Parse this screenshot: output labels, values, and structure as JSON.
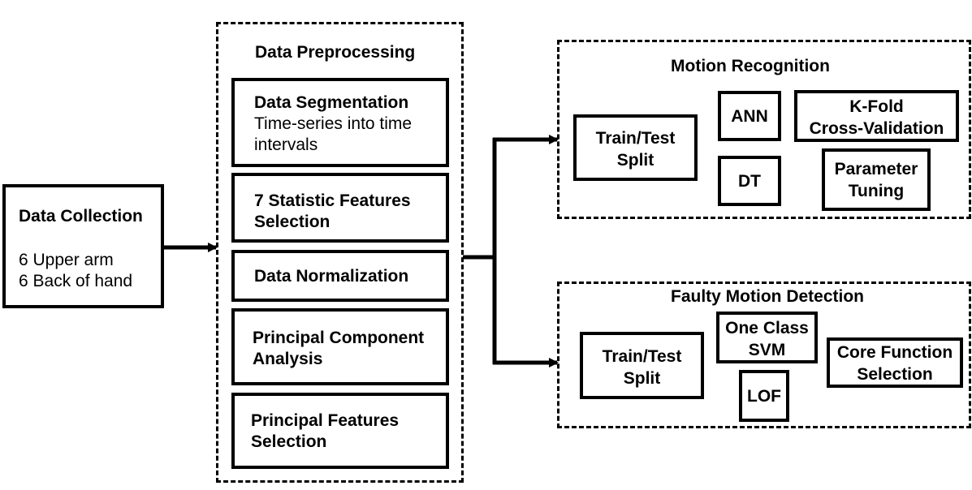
{
  "data_collection": {
    "title": "Data Collection",
    "line1": "6 Upper arm",
    "line2": "6 Back of hand"
  },
  "preprocessing": {
    "title": "Data Preprocessing",
    "segmentation_title": "Data Segmentation",
    "segmentation_desc1": "Time-series into time",
    "segmentation_desc2": "intervals",
    "stat_line1": "7 Statistic Features",
    "stat_line2": "Selection",
    "normalization": "Data Normalization",
    "pca_line1": "Principal Component",
    "pca_line2": "Analysis",
    "pfs_line1": "Principal Features",
    "pfs_line2": "Selection"
  },
  "motion_recognition": {
    "title": "Motion Recognition",
    "split_line1": "Train/Test",
    "split_line2": "Split",
    "ann": "ANN",
    "dt": "DT",
    "kfold_line1": "K-Fold",
    "kfold_line2": "Cross-Validation",
    "param_line1": "Parameter",
    "param_line2": "Tuning"
  },
  "faulty_detection": {
    "title": "Faulty Motion Detection",
    "split_line1": "Train/Test",
    "split_line2": "Split",
    "ocsvm_line1": "One Class",
    "ocsvm_line2": "SVM",
    "lof": "LOF",
    "core_line1": "Core Function",
    "core_line2": "Selection"
  }
}
